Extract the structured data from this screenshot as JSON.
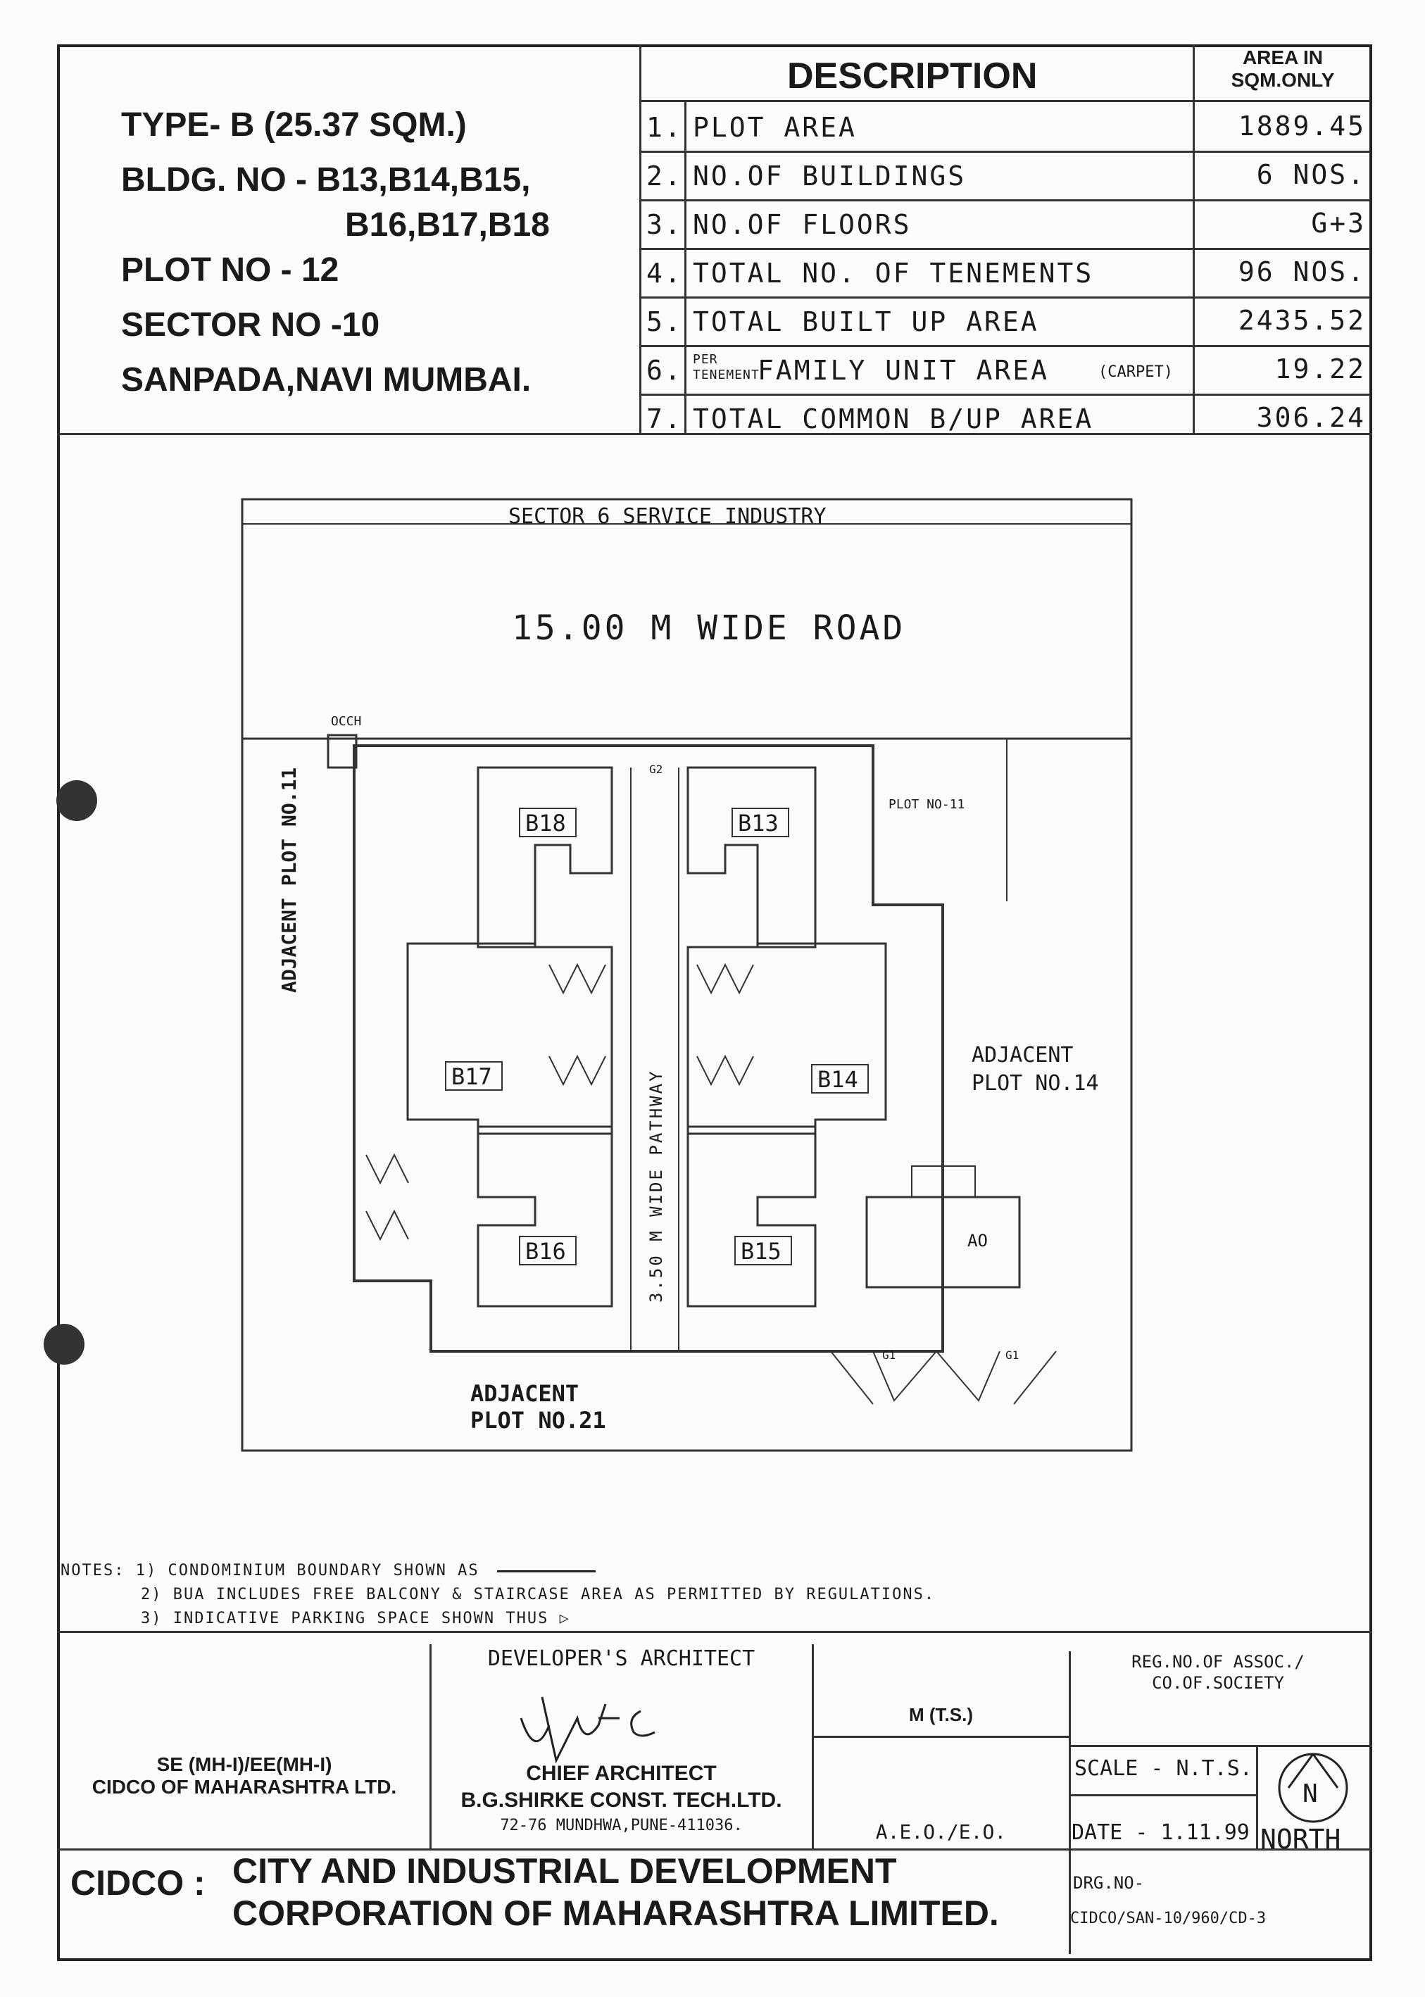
{
  "header": {
    "type": "TYPE- B (25.37 SQM.)",
    "bldg_line1": "BLDG. NO - B13,B14,B15,",
    "bldg_line2": "B16,B17,B18",
    "plot": "PLOT NO  -  12",
    "sector": "SECTOR NO -10",
    "location": "SANPADA,NAVI MUMBAI."
  },
  "description_table": {
    "title": "DESCRIPTION",
    "area_header_line1": "AREA IN",
    "area_header_line2": "SQM.ONLY",
    "rows": [
      {
        "num": "1.",
        "label": "PLOT AREA",
        "value": "1889.45"
      },
      {
        "num": "2.",
        "label": "NO.OF BUILDINGS",
        "value": "6 NOS."
      },
      {
        "num": "3.",
        "label": "NO.OF FLOORS",
        "value": "G+3"
      },
      {
        "num": "4.",
        "label": "TOTAL NO. OF TENEMENTS",
        "value": "96 NOS."
      },
      {
        "num": "5.",
        "label": "TOTAL BUILT UP AREA",
        "value": "2435.52"
      },
      {
        "num": "6.",
        "label_prefix_1": "PER",
        "label_prefix_2": "TENEMENT",
        "label": "FAMILY UNIT AREA",
        "label_suffix": "(CARPET)",
        "value": "19.22"
      },
      {
        "num": "7.",
        "label": "TOTAL COMMON B/UP AREA",
        "value": "306.24"
      }
    ]
  },
  "site_plan": {
    "north_label": "SECTOR 6   SERVICE INDUSTRY",
    "road": "15.00 M WIDE ROAD",
    "occh": "OCCH",
    "gate2": "G2",
    "plot11_label": "PLOT NO-11",
    "adjacent_west": "ADJACENT PLOT NO.11",
    "adjacent_east_1": "ADJACENT",
    "adjacent_east_2": "PLOT NO.14",
    "adjacent_south_1": "ADJACENT",
    "adjacent_south_2": "PLOT NO.21",
    "pathway": "3.50 M WIDE PATHWAY",
    "ao": "AO",
    "gate1": "G1",
    "buildings": [
      "B18",
      "B13",
      "B17",
      "B14",
      "B16",
      "B15"
    ]
  },
  "notes": {
    "prefix": "NOTES:",
    "items": [
      "1) CONDOMINIUM BOUNDARY SHOWN AS",
      "2) BUA INCLUDES FREE BALCONY & STAIRCASE AREA AS PERMITTED BY REGULATIONS.",
      "3) INDICATIVE PARKING SPACE SHOWN THUS"
    ]
  },
  "title_block": {
    "se_line1": "SE (MH-I)/EE(MH-I)",
    "se_line2": "CIDCO OF MAHARASHTRA LTD.",
    "dev_architect": "DEVELOPER'S ARCHITECT",
    "chief_architect": "CHIEF ARCHITECT",
    "firm": "B.G.SHIRKE CONST. TECH.LTD.",
    "address": "72-76 MUNDHWA,PUNE-411036.",
    "mts": "M (T.S.)",
    "aeo": "A.E.O./E.O.",
    "reg_line1": "REG.NO.OF ASSOC./",
    "reg_line2": "CO.OF.SOCIETY",
    "scale": "SCALE - N.T.S.",
    "date": "DATE - 1.11.99",
    "north": "NORTH",
    "north_symbol": "N",
    "cidco": "CIDCO :",
    "org_line1": "CITY AND INDUSTRIAL DEVELOPMENT",
    "org_line2": "CORPORATION OF MAHARASHTRA LIMITED.",
    "drg_label": "DRG.NO-",
    "drg_no": "CIDCO/SAN-10/960/CD-3"
  }
}
